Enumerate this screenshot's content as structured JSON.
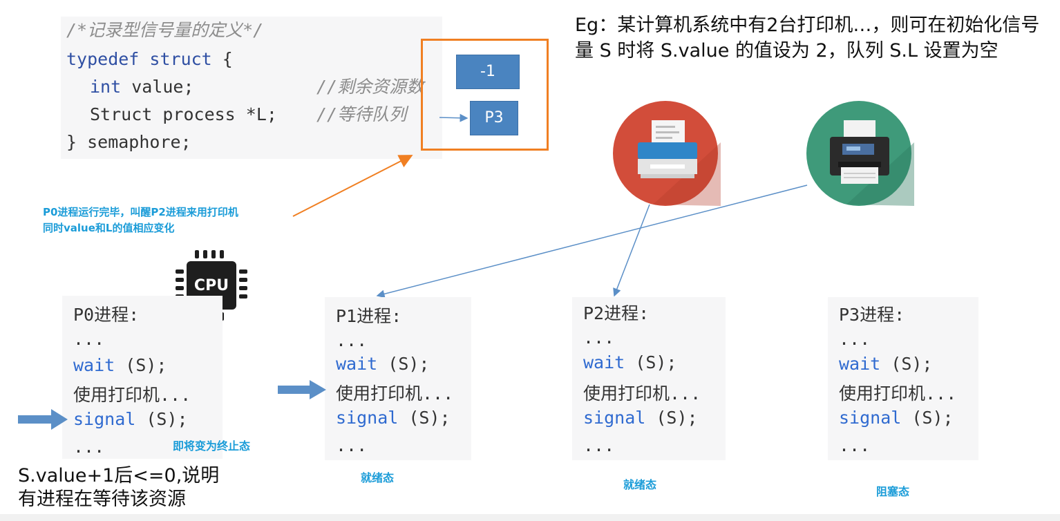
{
  "code": {
    "comment_title": "/*记录型信号量的定义*/",
    "typedef_kw": "typedef struct",
    "brace_open": " {",
    "int_kw": "int",
    "value_field": " value;",
    "value_comment": "//剩余资源数",
    "process_field": "Struct process *L;",
    "queue_comment": "//等待队列",
    "brace_close": "} semaphore;"
  },
  "highlight": {
    "value_box": "-1",
    "queue_box": "P3"
  },
  "eg_text": "Eg：某计算机系统中有2台打印机…，则可在初始化信号量 S 时将 S.value 的值设为 2，队列 S.L 设置为空",
  "notes": {
    "wake_line1": "P0进程运行完毕，叫醒P2进程来用打印机",
    "wake_line2": "同时value和L的值相应变化",
    "terminate": "即将变为终止态",
    "bottom_line1": "S.value+1后<=0,说明",
    "bottom_line2": "有进程在等待该资源"
  },
  "cpu_label": "CPU",
  "processes": [
    {
      "title": "P0进程:",
      "dots": "...",
      "wait_kw": "wait",
      "wait_arg": " (S);",
      "use": "使用打印机...",
      "signal_kw": "signal",
      "signal_arg": " (S);",
      "end": "...",
      "state": ""
    },
    {
      "title": "P1进程:",
      "dots": "...",
      "wait_kw": "wait",
      "wait_arg": " (S);",
      "use": "使用打印机...",
      "signal_kw": "signal",
      "signal_arg": " (S);",
      "end": "...",
      "state": "就绪态"
    },
    {
      "title": "P2进程:",
      "dots": "...",
      "wait_kw": "wait",
      "wait_arg": " (S);",
      "use": "使用打印机...",
      "signal_kw": "signal",
      "signal_arg": " (S);",
      "end": "...",
      "state": "就绪态"
    },
    {
      "title": "P3进程:",
      "dots": "...",
      "wait_kw": "wait",
      "wait_arg": " (S);",
      "use": "使用打印机...",
      "signal_kw": "signal",
      "signal_arg": " (S);",
      "end": "...",
      "state": "阻塞态"
    }
  ],
  "colors": {
    "orange": "#f07f22",
    "box_blue": "#4a84c0",
    "note_blue": "#1b9cd8",
    "printer1_bg": "#d24d3a",
    "printer2_bg": "#3f9a7a"
  },
  "icons": [
    "printer-icon",
    "printer-icon",
    "cpu-icon",
    "arrow-right-icon"
  ]
}
